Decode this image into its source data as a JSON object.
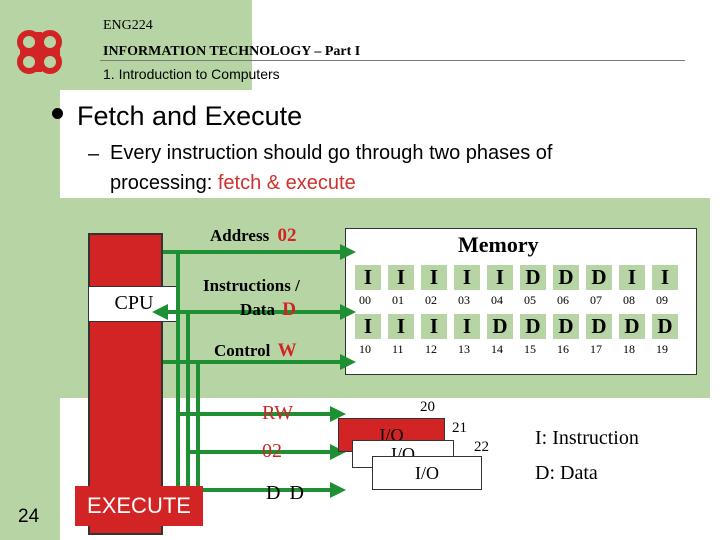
{
  "header": {
    "course": "ENG224",
    "title": "INFORMATION TECHNOLOGY – Part I",
    "subtitle": "1. Introduction to Computers"
  },
  "content": {
    "heading": "Fetch and Execute",
    "body_prefix": "Every instruction should go through two phases of",
    "body_line2": "processing: ",
    "body_red": "fetch & execute"
  },
  "diagram": {
    "cpu_label": "CPU",
    "address_label": "Address",
    "address_value": "02",
    "instructions_label": "Instructions /",
    "data_label": "Data",
    "data_value": "D",
    "control_label": "Control",
    "control_value": "W",
    "bus_rw": "RW",
    "bus_addr": "02",
    "bus_data": "D",
    "bus_data2": "D",
    "execute_label": "EXECUTE",
    "memory": {
      "title": "Memory",
      "row1_cells": [
        "I",
        "I",
        "I",
        "I",
        "I",
        "D",
        "D",
        "D",
        "I",
        "I"
      ],
      "row1_addrs": [
        "00",
        "01",
        "02",
        "03",
        "04",
        "05",
        "06",
        "07",
        "08",
        "09"
      ],
      "row2_cells": [
        "I",
        "I",
        "I",
        "I",
        "D",
        "D",
        "D",
        "D",
        "D",
        "D"
      ],
      "row2_addrs": [
        "10",
        "11",
        "12",
        "13",
        "14",
        "15",
        "16",
        "17",
        "18",
        "19"
      ],
      "cell_colors": {
        "I": "#000000",
        "D": "#000000"
      }
    },
    "io": {
      "addr20": "20",
      "addr21": "21",
      "addr22": "22",
      "label1": "I/O",
      "label2": "I/O",
      "label3": "I/O"
    },
    "legend": {
      "instruction": "I: Instruction",
      "data": "D: Data"
    }
  },
  "page_number": "24"
}
